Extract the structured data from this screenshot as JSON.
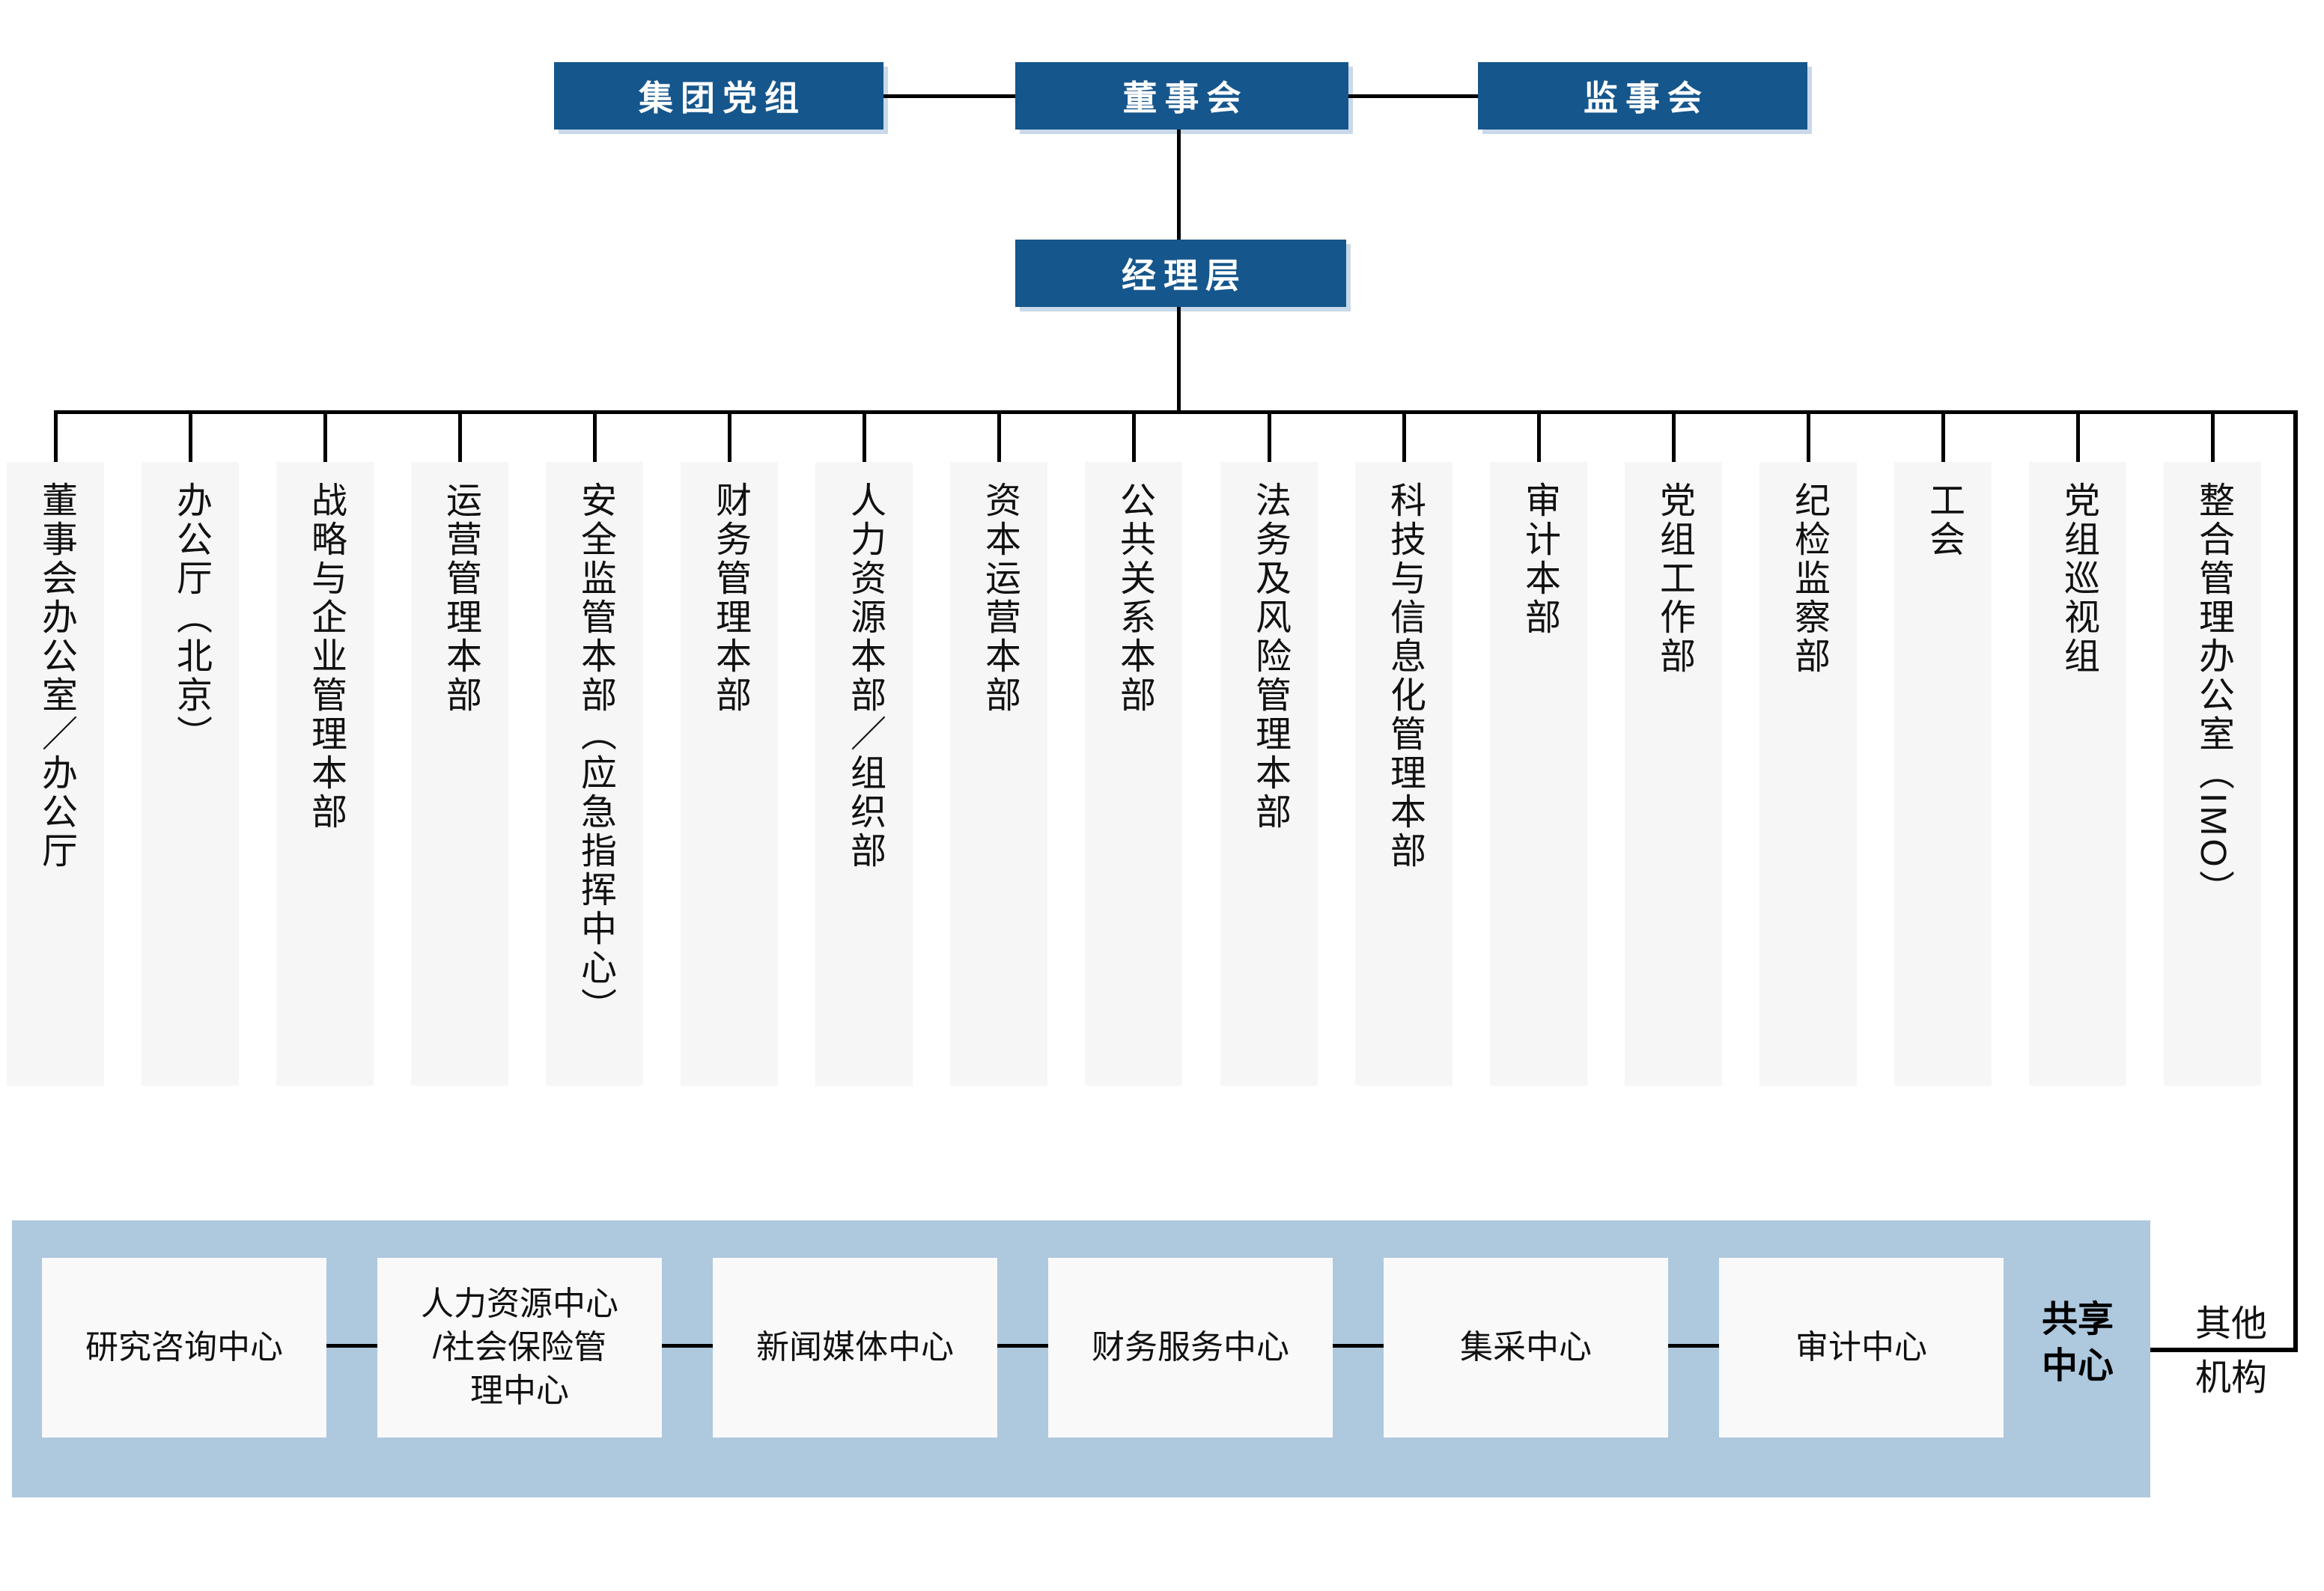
{
  "colors": {
    "primary_blue": "#15568c",
    "band_blue": "#aec8de",
    "column_gray": "#f6f6f6",
    "line_black": "#000000",
    "node_text": "#ffffff"
  },
  "top_row": {
    "party_group": "集团党组",
    "board": "董事会",
    "supervisory_board": "监事会"
  },
  "management": {
    "label": "经理层"
  },
  "departments": [
    "董事会办公室／办公厅",
    "办公厅（北京）",
    "战略与企业管理本部",
    "运营管理本部",
    "安全监管本部（应急指挥中心）",
    "财务管理本部",
    "人力资源本部／组织部",
    "资本运营本部",
    "公共关系本部",
    "法务及风险管理本部",
    "科技与信息化管理本部",
    "审计本部",
    "党组工作部",
    "纪检监察部",
    "工会",
    "党组巡视组",
    "整合管理办公室（IMO）"
  ],
  "shared_band": {
    "centers": [
      "研究咨询中心",
      "人力资源中心\n/社会保险管\n理中心",
      "新闻媒体中心",
      "财务服务中心",
      "集采中心",
      "审计中心"
    ],
    "band_label": "共享\n中心",
    "other_label_line1": "其他",
    "other_label_line2": "机构"
  }
}
